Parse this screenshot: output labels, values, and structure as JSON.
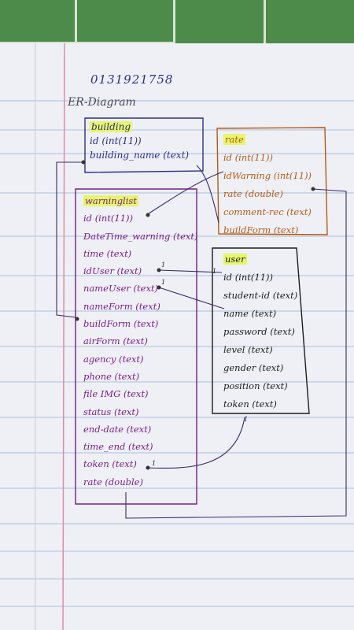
{
  "phone_number": "0131921758",
  "diagram_title": "ER-Diagram",
  "entities": {
    "building": {
      "name": "building",
      "fields": [
        "id (int(11))",
        "building_name (text)"
      ]
    },
    "rate": {
      "name": "rate",
      "fields": [
        "id (int(11))",
        "idWarning (int(11))",
        "rate (double)",
        "comment-rec (text)",
        "buildForm (text)"
      ]
    },
    "warninglist": {
      "name": "warninglist",
      "fields": [
        "id (int(11))",
        "DateTime_warning (text)",
        "time (text)",
        "idUser (text)",
        "nameUser (text)",
        "nameForm (text)",
        "buildForm (text)",
        "airForm (text)",
        "agency (text)",
        "phone (text)",
        "file IMG (text)",
        "status (text)",
        "end-date (text)",
        "time_end (text)",
        "token (text)",
        "rate (double)"
      ]
    },
    "user": {
      "name": "user",
      "fields": [
        "id (int(11))",
        "student-id (text)",
        "name (text)",
        "password (text)",
        "level (text)",
        "gender (text)",
        "position (text)",
        "token (text)"
      ]
    }
  },
  "cardinality_marks": [
    "1",
    "1",
    "1",
    "1",
    "1"
  ],
  "colors": {
    "building": "#2d2f8a",
    "rate": "#b65a14",
    "warninglist": "#7a1d8a",
    "user": "#1d1d1d",
    "highlight": "#e7f56a",
    "paper": "#eef0f6"
  }
}
